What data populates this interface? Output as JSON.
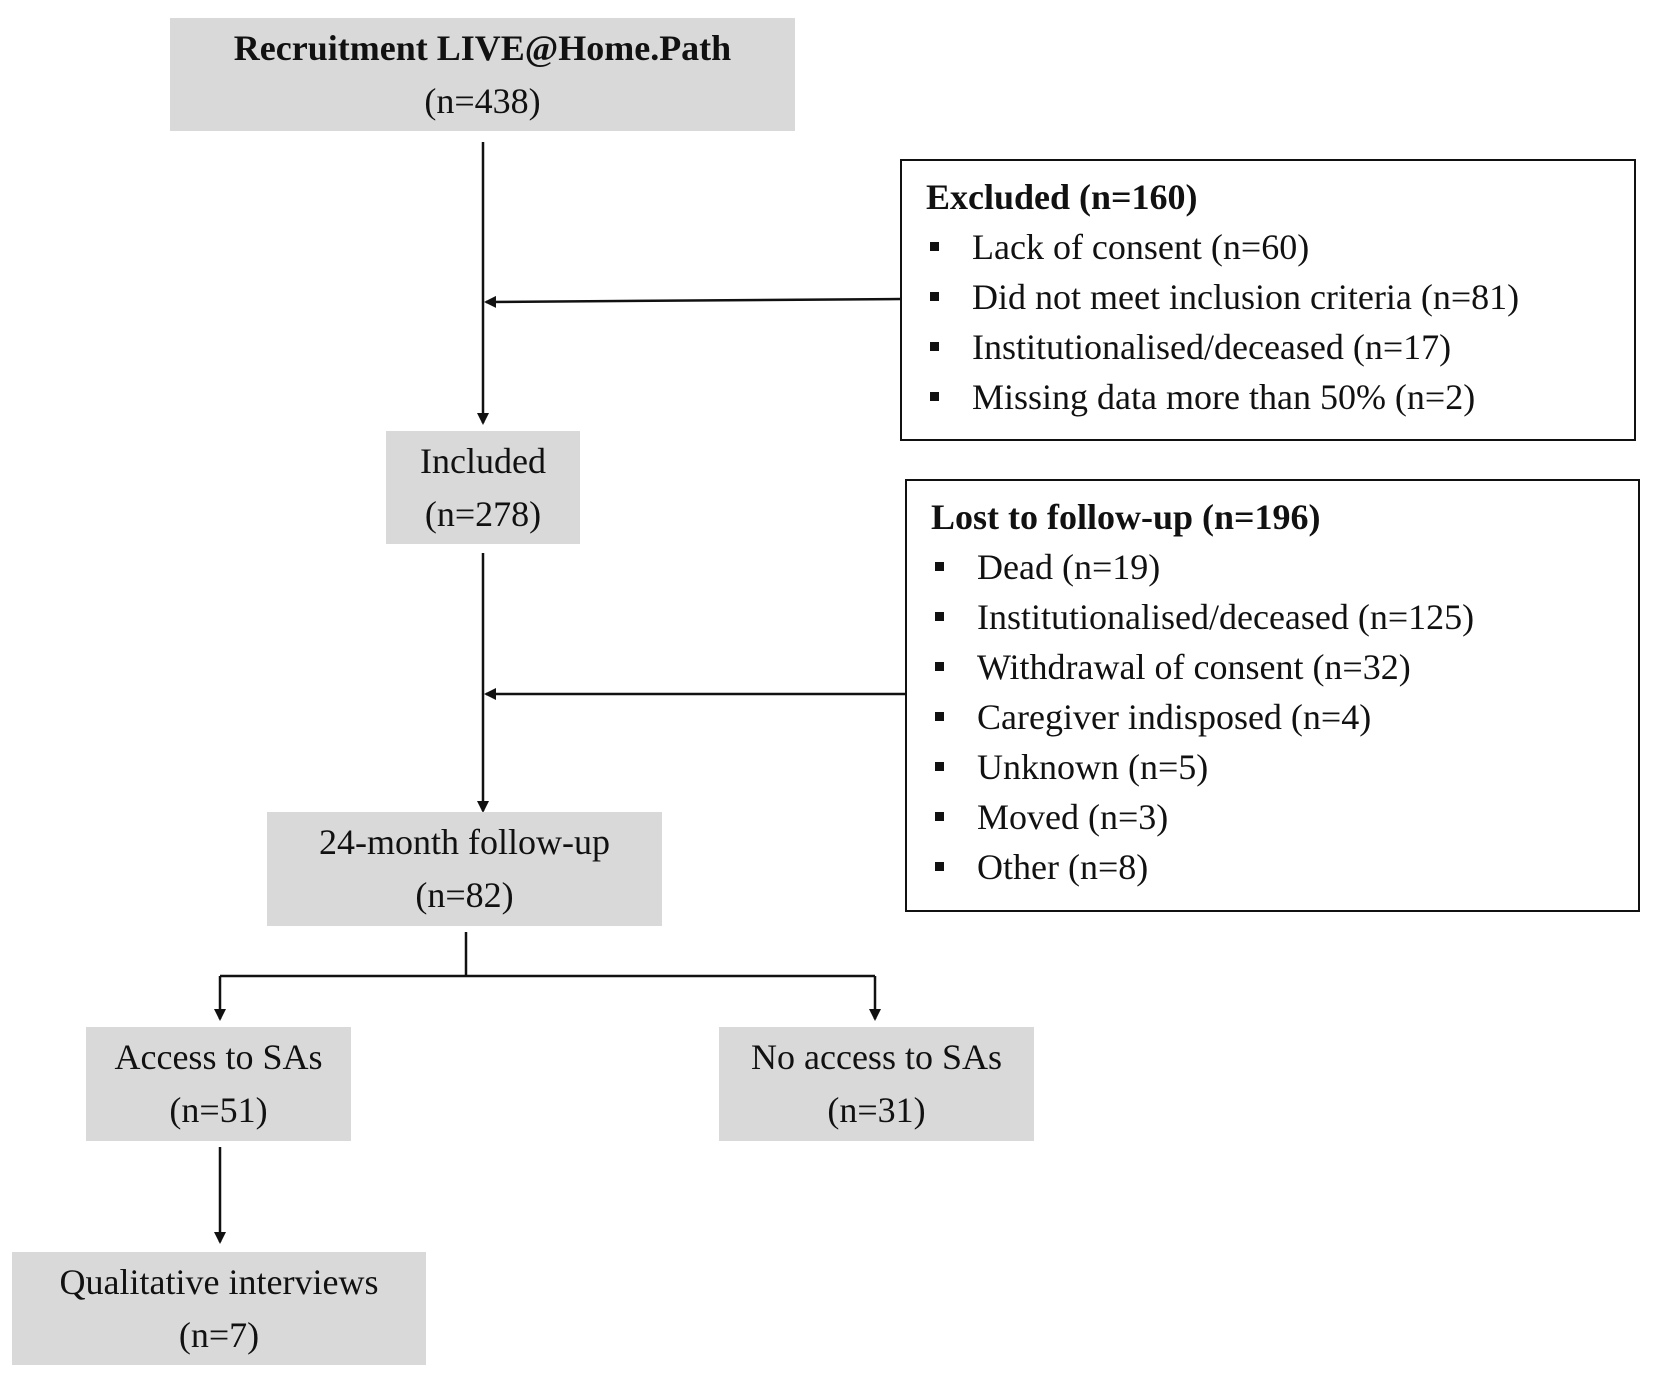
{
  "recruitment": {
    "title": "Recruitment LIVE@Home.Path",
    "count": "(n=438)"
  },
  "included": {
    "title": "Included",
    "count": "(n=278)"
  },
  "followup": {
    "title": "24-month follow-up",
    "count": "(n=82)"
  },
  "access": {
    "title": "Access to SAs",
    "count": "(n=51)"
  },
  "no_access": {
    "title": "No access to SAs",
    "count": "(n=31)"
  },
  "qualitative": {
    "title": "Qualitative interviews",
    "count": "(n=7)"
  },
  "excluded": {
    "title": "Excluded (n=160)",
    "items": [
      "Lack of consent (n=60)",
      "Did not meet inclusion criteria (n=81)",
      "Institutionalised/deceased (n=17)",
      "Missing data more than 50% (n=2)"
    ]
  },
  "lost": {
    "title": "Lost to follow-up (n=196)",
    "items": [
      "Dead (n=19)",
      "Institutionalised/deceased (n=125)",
      "Withdrawal of consent (n=32)",
      "Caregiver indisposed (n=4)",
      "Unknown (n=5)",
      "Moved (n=3)",
      "Other (n=8)"
    ]
  }
}
